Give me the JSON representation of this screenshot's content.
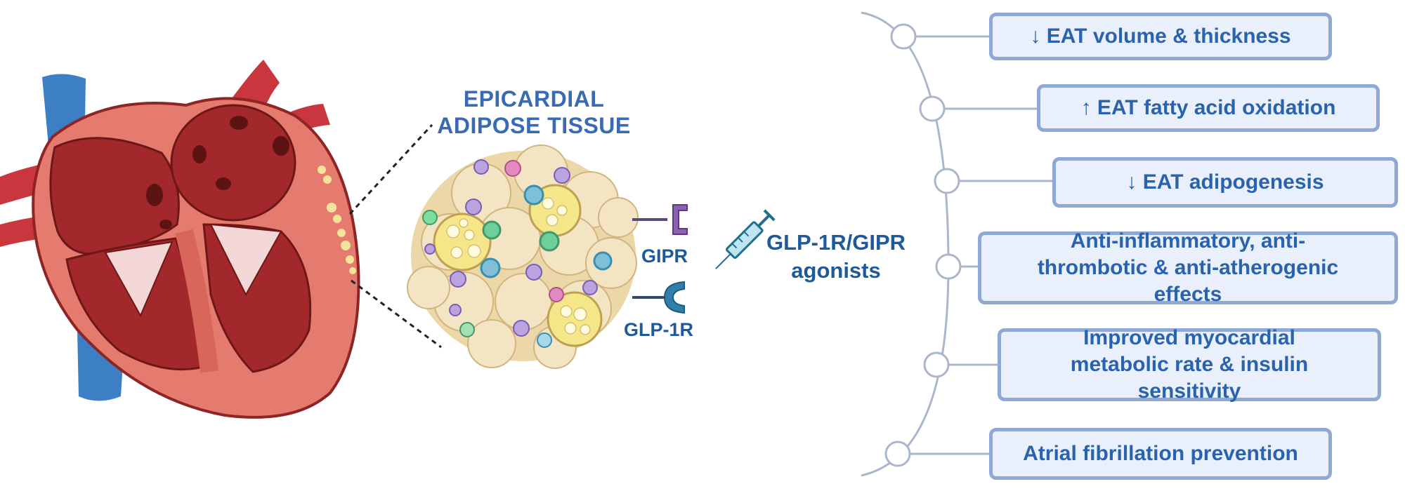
{
  "tissue": {
    "title_line1": "EPICARDIAL",
    "title_line2": "ADIPOSE TISSUE"
  },
  "receptors": {
    "gipr": "GIPR",
    "glp1r": "GLP-1R"
  },
  "drug": {
    "line1": "GLP-1R/GIPR",
    "line2": "agonists"
  },
  "effects": [
    {
      "lines": [
        "↓ EAT volume & thickness"
      ]
    },
    {
      "lines": [
        "↑ EAT fatty acid oxidation"
      ]
    },
    {
      "lines": [
        "↓ EAT adipogenesis"
      ]
    },
    {
      "lines": [
        "Anti-inflammatory, anti-",
        "thrombotic & anti-atherogenic",
        "effects"
      ]
    },
    {
      "lines": [
        "Improved myocardial",
        "metabolic rate & insulin",
        "sensitivity"
      ]
    },
    {
      "lines": [
        "Atrial fibrillation prevention"
      ]
    }
  ],
  "colors": {
    "accent_blue": "#3a6ab4",
    "dark_blue": "#1e5a99",
    "box_border": "#90a8d6",
    "box_fill": "#e9f0fb",
    "myocardium": "#e47b6e",
    "chamber": "#9b2c2c",
    "fat": "#f1e3c2",
    "gipr_purple": "#8e60b0",
    "glp1r_teal": "#2f7fa8"
  },
  "icons": [
    "heart-cross-section-illustration",
    "adipose-tissue-illustration",
    "syringe-icon",
    "gipr-receptor-icon",
    "glp1r-receptor-icon"
  ]
}
